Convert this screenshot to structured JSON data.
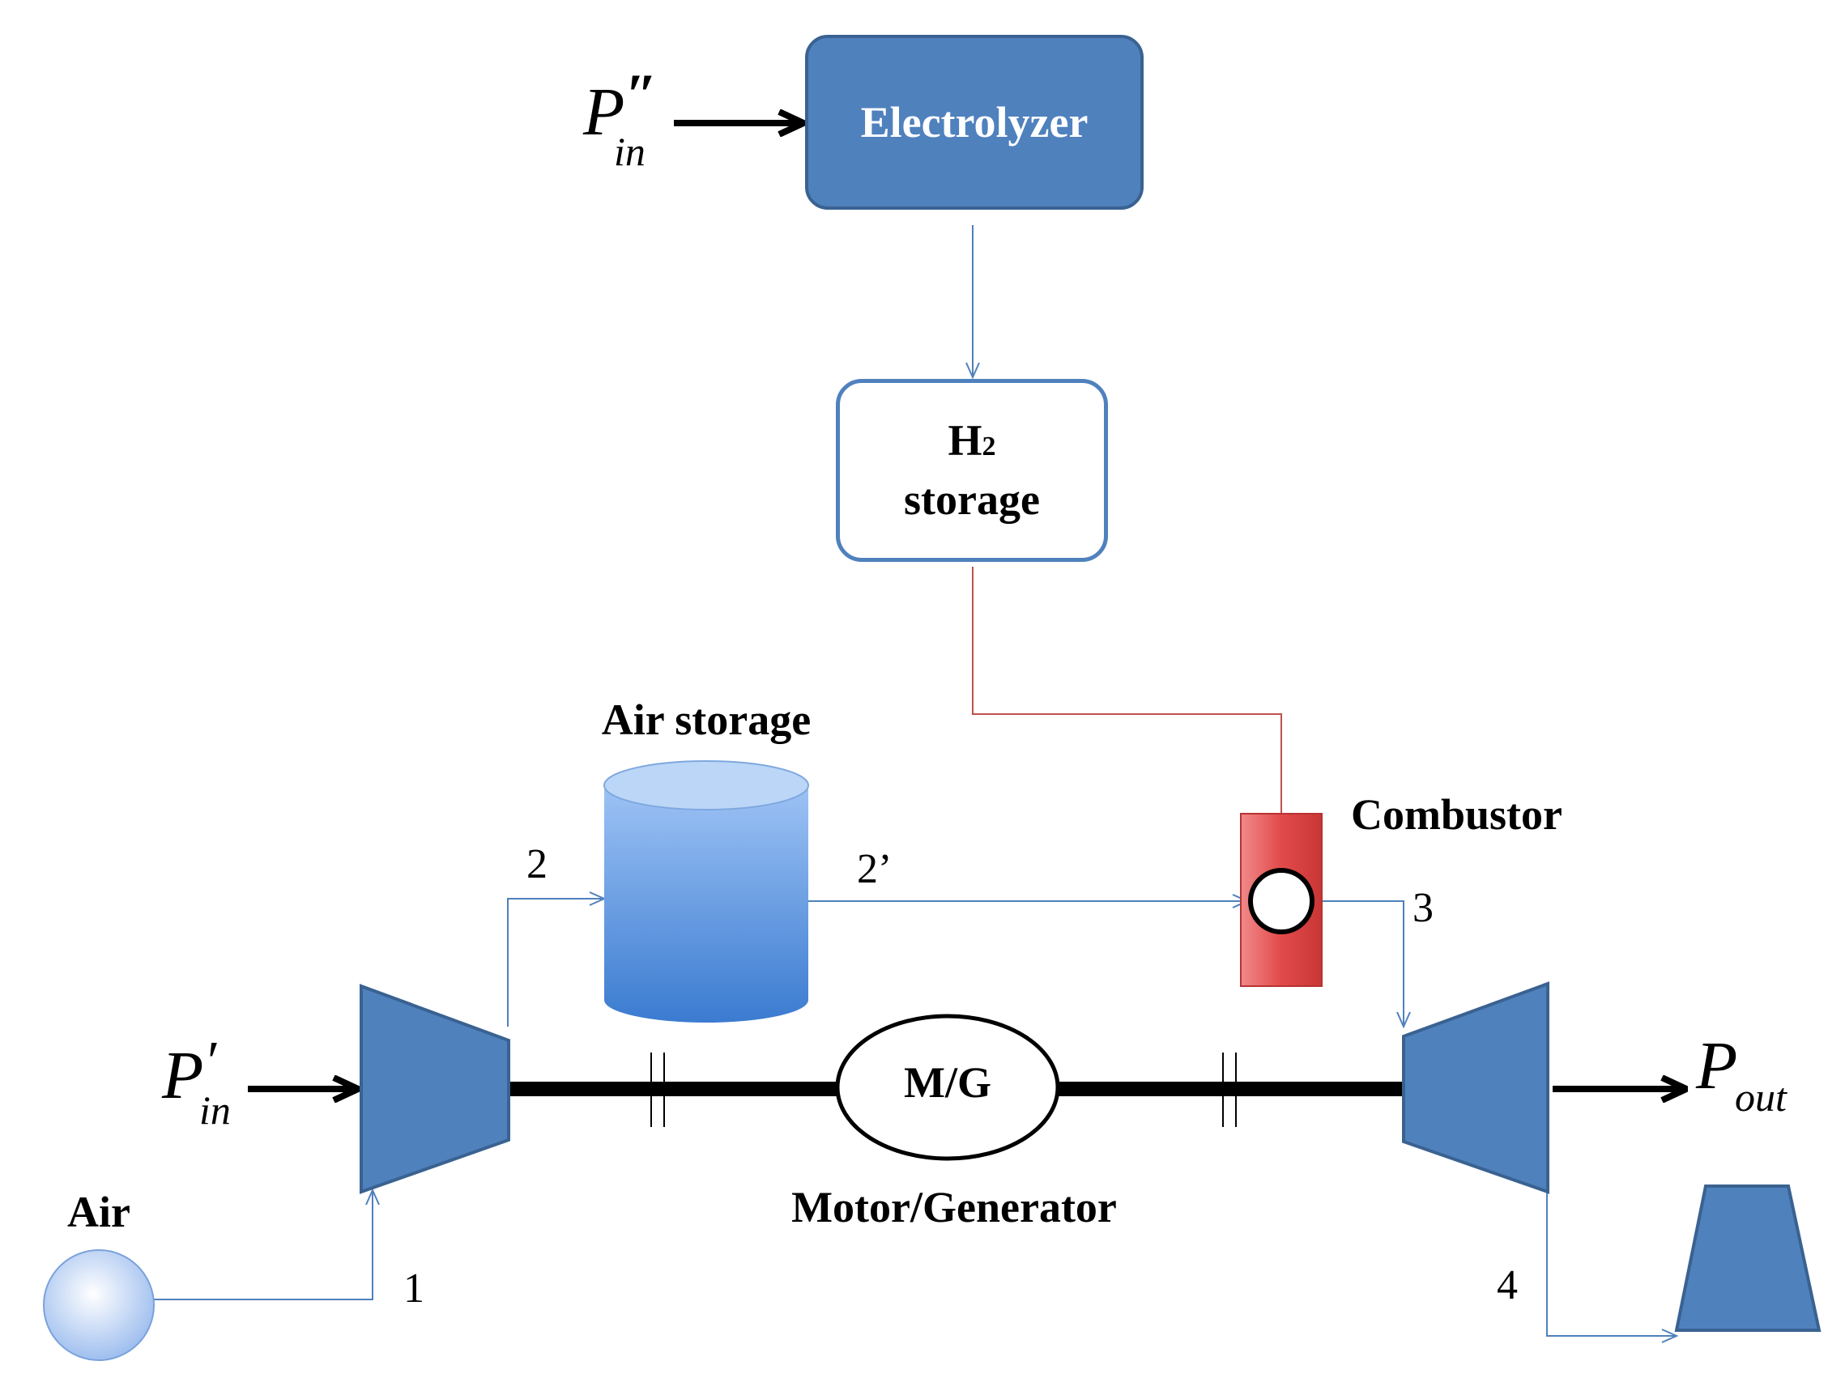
{
  "blocks": {
    "electrolyzer": "Electrolyzer",
    "h2_storage_h": "H",
    "h2_storage_sub": "2",
    "h2_storage_word": "storage",
    "air_storage": "Air storage",
    "combustor": "Combustor",
    "motor_generator_short": "M/G",
    "motor_generator": "Motor/Generator",
    "air": "Air"
  },
  "inputs": {
    "p_in_double_prime": {
      "symbol": "P",
      "prime": "″",
      "subscript": "in"
    },
    "p_in_prime": {
      "symbol": "P",
      "prime": "′",
      "subscript": "in"
    },
    "p_out": {
      "symbol": "P",
      "subscript": "out"
    }
  },
  "state_points": [
    "1",
    "2",
    "2’",
    "3",
    "4"
  ],
  "colors": {
    "block_fill": "#4f81bd",
    "block_border": "#3a6291",
    "air_flow_line": "#4f81bd",
    "hydrogen_line": "#c0504d",
    "combustor_fill": "#e46c6c",
    "shaft": "#000000"
  }
}
